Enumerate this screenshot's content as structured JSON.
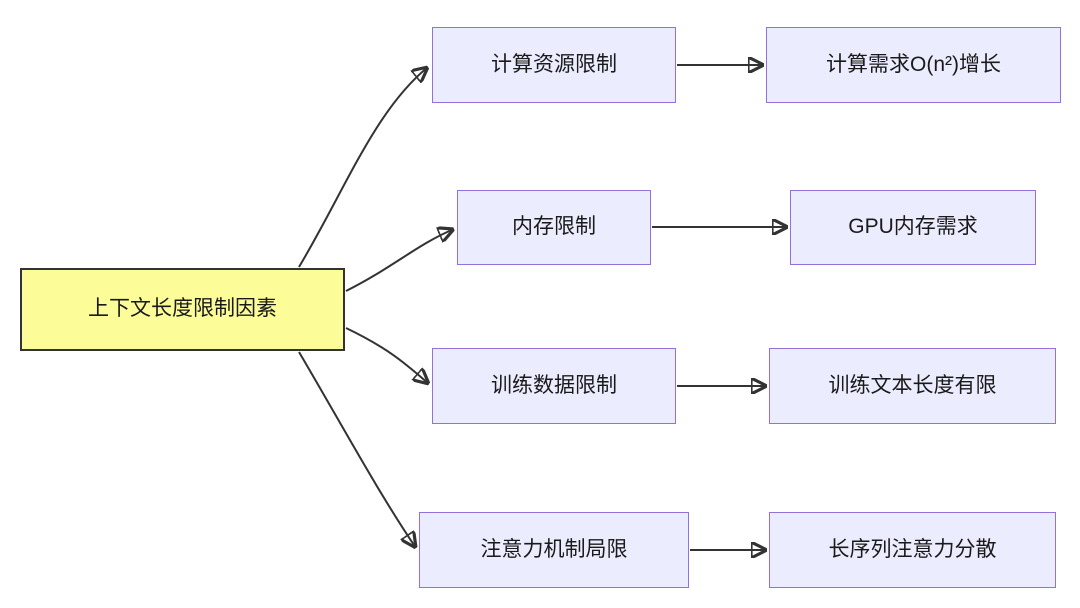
{
  "diagram": {
    "root": {
      "label": "上下文长度限制因素"
    },
    "branches": [
      {
        "mid": "计算资源限制",
        "end": "计算需求O(n²)增长"
      },
      {
        "mid": "内存限制",
        "end": "GPU内存需求"
      },
      {
        "mid": "训练数据限制",
        "end": "训练文本长度有限"
      },
      {
        "mid": "注意力机制局限",
        "end": "长序列注意力分散"
      }
    ],
    "colors": {
      "root_fill": "#fcfc99",
      "root_border": "#333333",
      "node_fill": "#ececff",
      "node_border": "#9370db",
      "arrow": "#333333",
      "background": "#ffffff"
    }
  }
}
